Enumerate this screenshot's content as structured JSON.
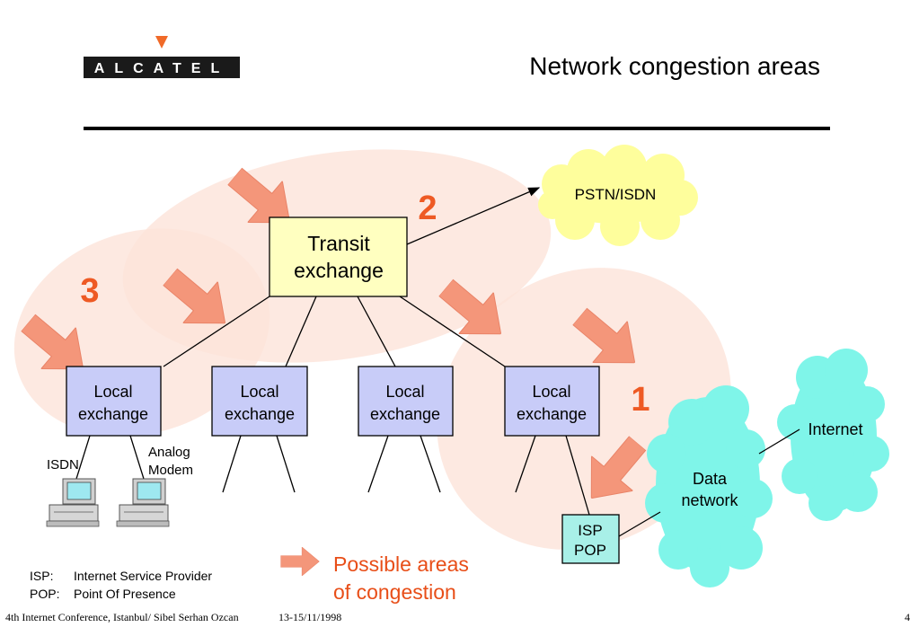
{
  "header": {
    "logo_text": "ALCATEL",
    "title": "Network congestion areas"
  },
  "nodes": {
    "transit": [
      "Transit",
      "exchange"
    ],
    "local": [
      "Local",
      "exchange"
    ],
    "isp_pop": [
      "ISP",
      "POP"
    ],
    "pstn": "PSTN/ISDN",
    "data_network": [
      "Data",
      "network"
    ],
    "internet": "Internet",
    "isdn": "ISDN",
    "analog_modem": [
      "Analog",
      "Modem"
    ]
  },
  "areas": {
    "area1": "1",
    "area2": "2",
    "area3": "3"
  },
  "legend": {
    "line1": "Possible areas",
    "line2": "of congestion"
  },
  "glossary": {
    "isp_abbr": "ISP:",
    "isp_def": "Internet Service Provider",
    "pop_abbr": "POP:",
    "pop_def": "Point Of Presence"
  },
  "footer": {
    "conference": "4th Internet Conference, Istanbul/ Sibel Serhan Ozcan",
    "date": "13-15/11/1998",
    "page": "4"
  },
  "colors": {
    "congestion_fill": "#fde3d9",
    "arrow": "#f4967a",
    "transit_fill": "#ffffc0",
    "local_fill": "#c8ccf8",
    "cloud_cyan": "#7ff5e9",
    "cloud_yellow": "#fefe9c",
    "area_number": "#ee5a24",
    "legend_text": "#e84e18",
    "logo_triangle": "#f06a28"
  }
}
